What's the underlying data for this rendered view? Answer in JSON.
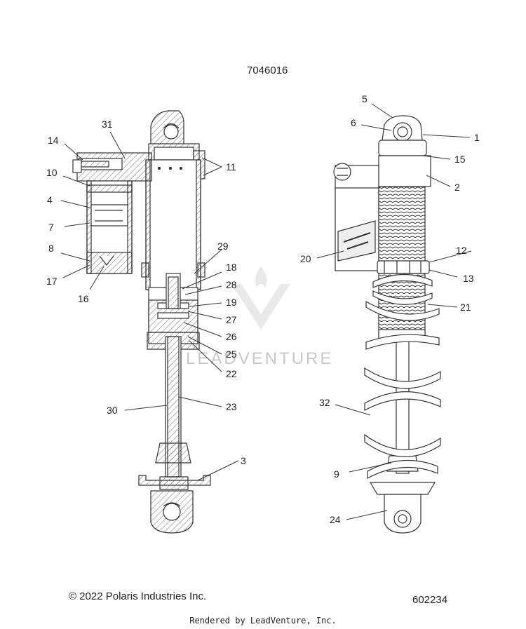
{
  "header": {
    "part_number": "7046016"
  },
  "watermark": {
    "text": "LEADVENTURE"
  },
  "callouts": {
    "c1": "1",
    "c2": "2",
    "c3": "3",
    "c4": "4",
    "c5": "5",
    "c6": "6",
    "c7": "7",
    "c8": "8",
    "c9": "9",
    "c10": "10",
    "c11": "11",
    "c12": "12",
    "c13": "13",
    "c14": "14",
    "c15": "15",
    "c16": "16",
    "c17": "17",
    "c18": "18",
    "c19": "19",
    "c20": "20",
    "c21": "21",
    "c22": "22",
    "c23": "23",
    "c24": "24",
    "c25": "25",
    "c26": "26",
    "c27": "27",
    "c28": "28",
    "c29": "29",
    "c30": "30",
    "c31": "31",
    "c32": "32"
  },
  "footer": {
    "copyright": "© 2022 Polaris Industries Inc.",
    "diagram_id": "602234",
    "rendered_by": "Rendered by LeadVenture, Inc."
  }
}
